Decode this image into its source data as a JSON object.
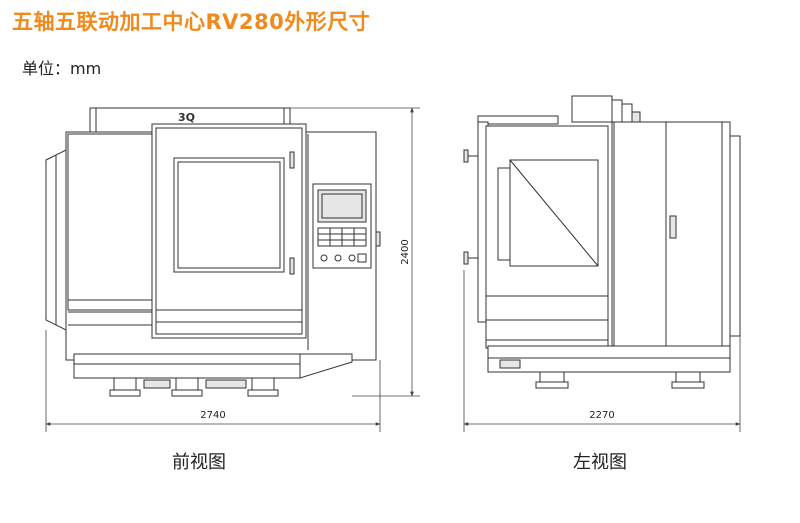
{
  "title": "五轴五联动加工中心RV280外形尺寸",
  "unit_label": "单位：mm",
  "front_view": {
    "caption": "前视图",
    "width_dim": "2740",
    "height_dim": "2400",
    "logo": "3Q"
  },
  "left_view": {
    "caption": "左视图",
    "width_dim": "2270"
  }
}
